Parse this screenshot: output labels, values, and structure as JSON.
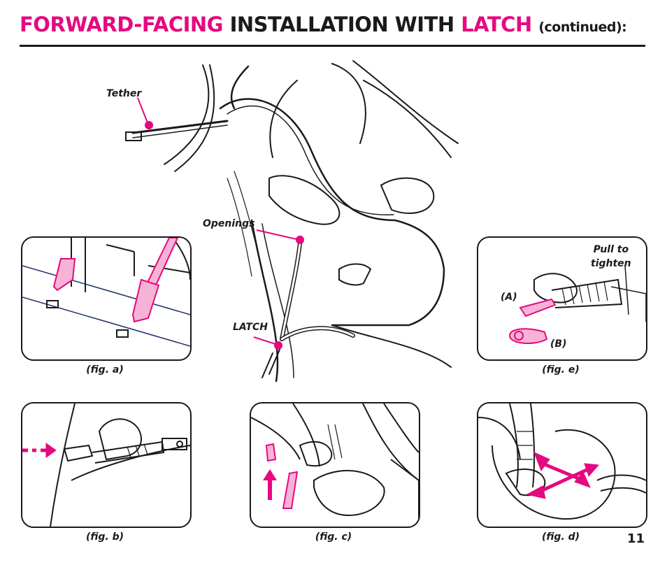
{
  "header": {
    "title_part1": "FORWARD-FACING",
    "title_part2": "INSTALLATION WITH",
    "title_part3": "LATCH",
    "title_continued": "(continued):"
  },
  "main_labels": {
    "tether": "Tether",
    "openings": "Openings",
    "latch": "LATCH"
  },
  "fig_e_labels": {
    "pull_line1": "Pull to",
    "pull_line2": "tighten",
    "a": "(A)",
    "b": "(B)"
  },
  "captions": {
    "fig_a": "(fig. a)",
    "fig_b": "(fig. b)",
    "fig_c": "(fig. c)",
    "fig_d": "(fig. d)",
    "fig_e": "(fig. e)"
  },
  "page_number": "11",
  "colors": {
    "accent": "#e5097f",
    "ink": "#1a1a1a",
    "accent_light": "#f6b3d6"
  }
}
